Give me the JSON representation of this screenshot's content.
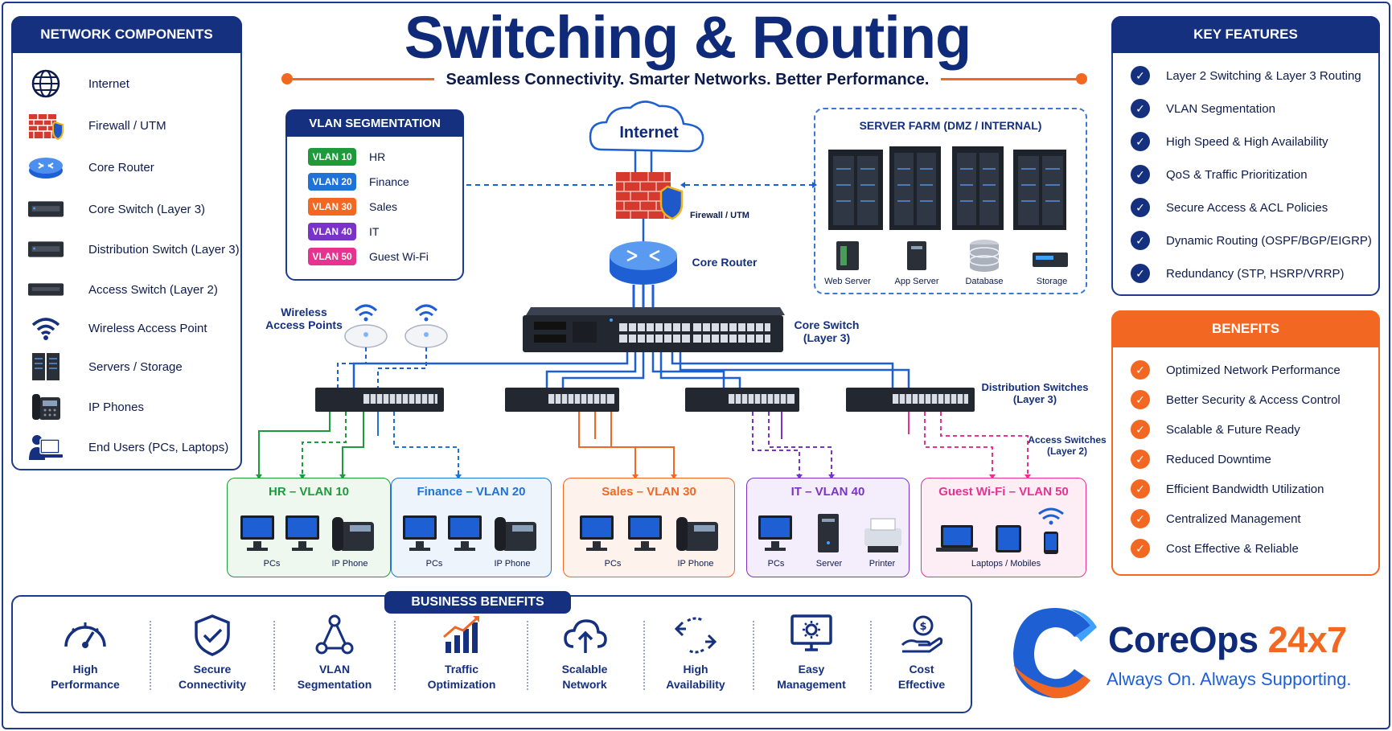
{
  "title": "Switching & Routing",
  "subtitle": "Seamless Connectivity. Smarter Networks. Better Performance.",
  "colors": {
    "navy": "#14307e",
    "orange": "#f26722",
    "blue": "#1e5fd4"
  },
  "components": {
    "heading": "NETWORK COMPONENTS",
    "items": [
      {
        "label": "Internet",
        "icon": "globe-icon"
      },
      {
        "label": "Firewall / UTM",
        "icon": "firewall-icon"
      },
      {
        "label": "Core Router",
        "icon": "router-icon"
      },
      {
        "label": "Core Switch (Layer 3)",
        "icon": "switch-icon"
      },
      {
        "label": "Distribution Switch (Layer 3)",
        "icon": "switch-icon"
      },
      {
        "label": "Access Switch (Layer 2)",
        "icon": "switch-icon"
      },
      {
        "label": "Wireless Access Point",
        "icon": "wifi-icon"
      },
      {
        "label": "Servers / Storage",
        "icon": "server-icon"
      },
      {
        "label": "IP Phones",
        "icon": "phone-icon"
      },
      {
        "label": "End Users (PCs, Laptops)",
        "icon": "user-laptop-icon"
      }
    ]
  },
  "vlan_segmentation": {
    "heading": "VLAN SEGMENTATION",
    "items": [
      {
        "tag": "VLAN 10",
        "name": "HR",
        "color": "#1f9a3b"
      },
      {
        "tag": "VLAN 20",
        "name": "Finance",
        "color": "#1e72d8"
      },
      {
        "tag": "VLAN 30",
        "name": "Sales",
        "color": "#f26722"
      },
      {
        "tag": "VLAN 40",
        "name": "IT",
        "color": "#7a33c9"
      },
      {
        "tag": "VLAN 50",
        "name": "Guest Wi-Fi",
        "color": "#e6338f"
      }
    ]
  },
  "diagram": {
    "internet": "Internet",
    "firewall": "Firewall / UTM",
    "core_router": "Core Router",
    "core_switch": "Core Switch\n(Layer 3)",
    "wireless_aps": "Wireless\nAccess Points",
    "distribution": "Distribution Switches\n(Layer 3)",
    "access": "Access Switches\n(Layer 2)"
  },
  "server_farm": {
    "heading": "SERVER FARM (DMZ / INTERNAL)",
    "items": [
      "Web Server",
      "App Server",
      "Database",
      "Storage"
    ]
  },
  "zones": [
    {
      "title": "HR – VLAN 10",
      "color": "#1f9a3b",
      "bg": "#eef8ee",
      "devices": [
        "PCs",
        "IP Phone"
      ]
    },
    {
      "title": "Finance – VLAN 20",
      "color": "#1e72d8",
      "bg": "#eef4fc",
      "devices": [
        "PCs",
        "IP Phone"
      ]
    },
    {
      "title": "Sales – VLAN 30",
      "color": "#f26722",
      "bg": "#fef3ec",
      "devices": [
        "PCs",
        "IP Phone"
      ]
    },
    {
      "title": "IT – VLAN 40",
      "color": "#7a33c9",
      "bg": "#f4eefc",
      "devices": [
        "PCs",
        "Server",
        "Printer"
      ]
    },
    {
      "title": "Guest Wi-Fi – VLAN 50",
      "color": "#e6338f",
      "bg": "#fdeef6",
      "devices": [
        "Laptops / Mobiles"
      ]
    }
  ],
  "key_features": {
    "heading": "KEY FEATURES",
    "items": [
      "Layer 2 Switching & Layer 3 Routing",
      "VLAN Segmentation",
      "High Speed & High Availability",
      "QoS & Traffic Prioritization",
      "Secure Access & ACL Policies",
      "Dynamic Routing (OSPF/BGP/EIGRP)",
      "Redundancy (STP, HSRP/VRRP)"
    ]
  },
  "benefits": {
    "heading": "BENEFITS",
    "items": [
      "Optimized Network Performance",
      "Better Security & Access Control",
      "Scalable & Future Ready",
      "Reduced Downtime",
      "Efficient Bandwidth Utilization",
      "Centralized Management",
      "Cost Effective & Reliable"
    ]
  },
  "business_benefits": {
    "heading": "BUSINESS BENEFITS",
    "items": [
      {
        "label": "High\nPerformance",
        "icon": "speedometer-icon"
      },
      {
        "label": "Secure\nConnectivity",
        "icon": "shield-check-icon"
      },
      {
        "label": "VLAN\nSegmentation",
        "icon": "network-nodes-icon"
      },
      {
        "label": "Traffic\nOptimization",
        "icon": "bar-chart-icon"
      },
      {
        "label": "Scalable\nNetwork",
        "icon": "cloud-upload-icon"
      },
      {
        "label": "High\nAvailability",
        "icon": "arrows-cycle-icon"
      },
      {
        "label": "Easy\nManagement",
        "icon": "monitor-gear-icon"
      },
      {
        "label": "Cost\nEffective",
        "icon": "hand-coin-icon"
      }
    ]
  },
  "brand": {
    "name": "CoreOps",
    "accent": "24x7",
    "tagline": "Always On. Always Supporting."
  }
}
